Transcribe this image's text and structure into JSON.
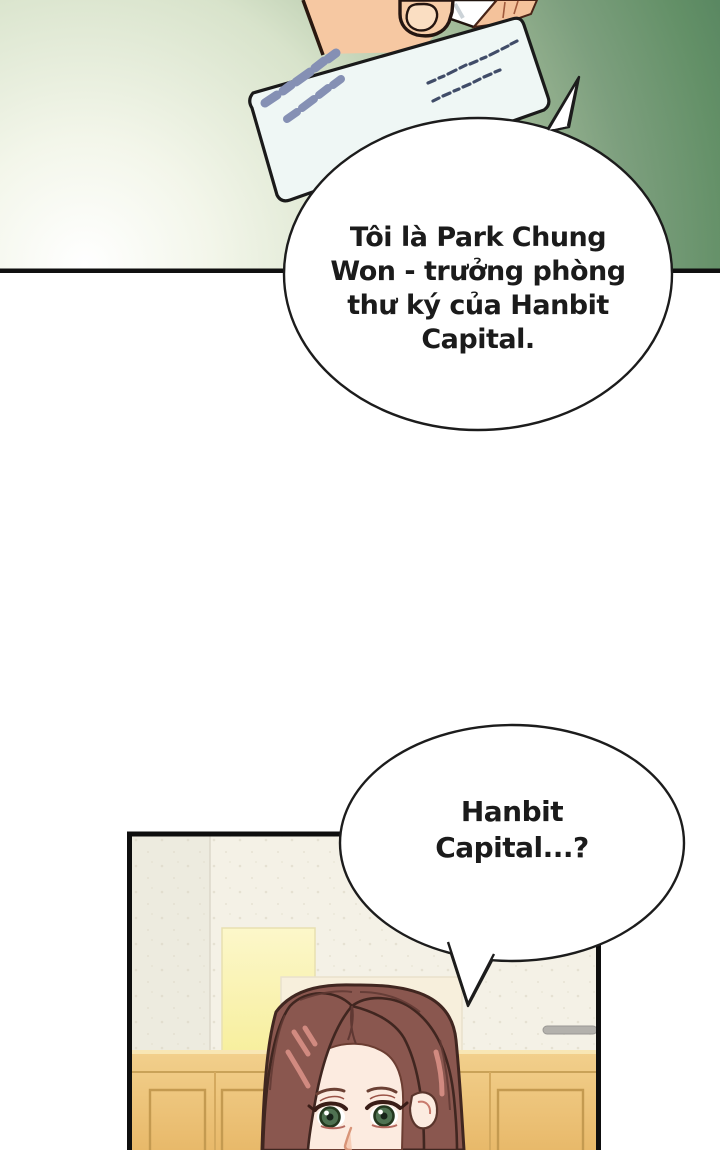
{
  "page_label": "comic-page",
  "bubble1": {
    "lines": [
      "Tôi là Park Chung",
      "Won - trưởng phòng",
      "thư ký của Hanbit",
      "Capital."
    ]
  },
  "bubble2": {
    "lines": [
      "Hanbit",
      "Capital...?"
    ]
  },
  "art_labels": {
    "card": "business-card-with-illegible-scribbles",
    "hand": "hand-holding-card",
    "woman": "woman-with-brown-hair"
  },
  "colors": {
    "background_green": "#5a8761",
    "divider_line": "#101010",
    "card_face": "#eff7f5",
    "card_name_scribble": "#8590b4",
    "card_contact_scribble": "#404c68",
    "skin": "#f7cda8",
    "hair_brown": "#8a574f",
    "hair_highlight": "#d18a80",
    "eye_green": "#4f7252",
    "wall_cream": "#f4f1e6",
    "window_yellow": "#f9f1ae",
    "cabinet_wood": "#ecc279",
    "handle_gray": "#b3b1ac",
    "bubble_fill": "#ffffff",
    "bubble_stroke": "#1c1c1c"
  }
}
